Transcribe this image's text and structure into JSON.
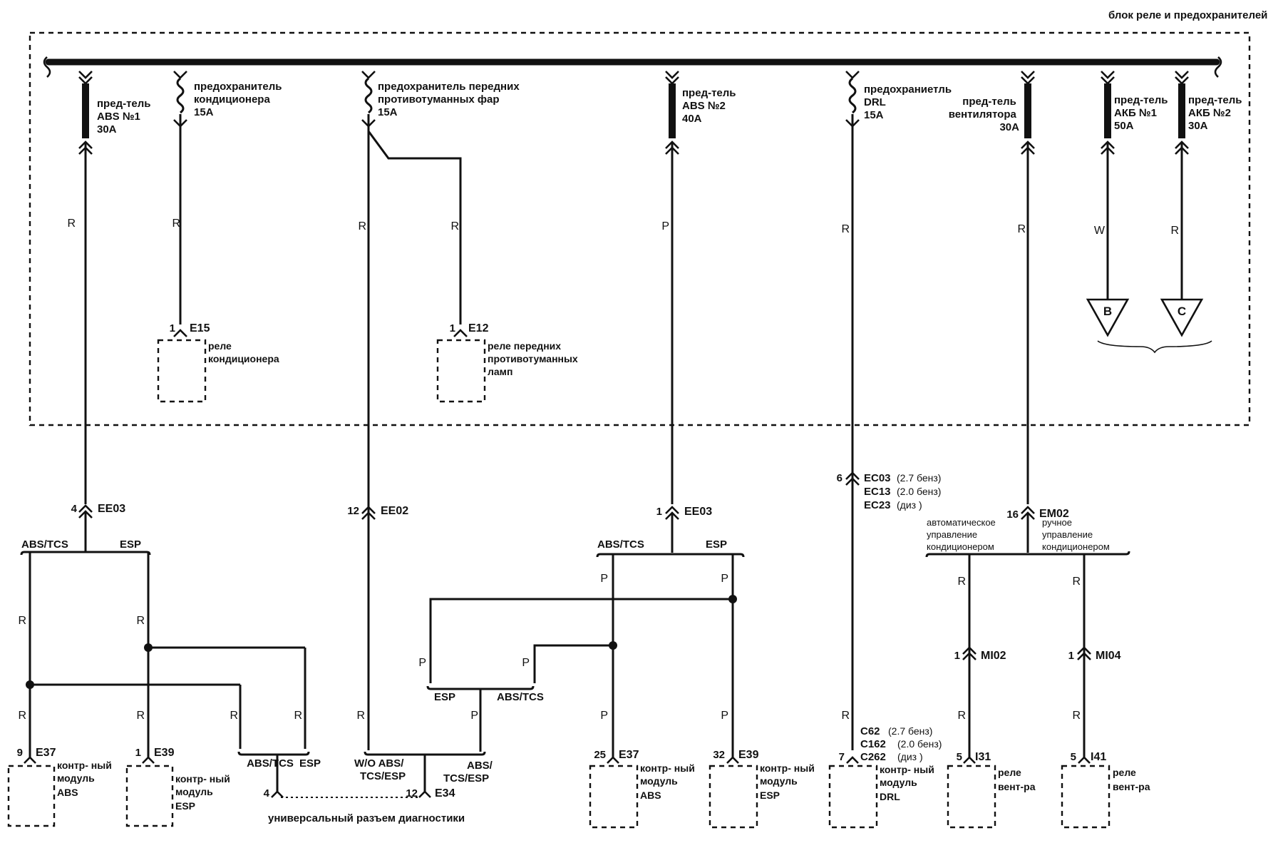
{
  "header": {
    "title": "блок реле и предохранителей"
  },
  "fuses": {
    "abs1": {
      "lines": [
        "пред-тель",
        "ABS №1",
        "30A"
      ]
    },
    "ac": {
      "lines": [
        "предохранитель",
        "кондиционера",
        "15A"
      ]
    },
    "fog": {
      "lines": [
        "предохранитель передних",
        "противотуманных фар",
        "15A"
      ]
    },
    "abs2": {
      "lines": [
        "пред-тель",
        "ABS №2",
        "40A"
      ]
    },
    "drl": {
      "lines": [
        "предохраниетль",
        "DRL",
        "15A"
      ]
    },
    "fan": {
      "lines": [
        "пред-тель",
        "вентилятора",
        "30A"
      ]
    },
    "bat1": {
      "lines": [
        "пред-тель",
        "АКБ №1",
        "50A"
      ]
    },
    "bat2": {
      "lines": [
        "пред-тель",
        "АКБ №2",
        "30A"
      ]
    }
  },
  "wire_colors": {
    "R": "R",
    "P": "P",
    "W": "W"
  },
  "relays": {
    "ac": {
      "pin": "1",
      "conn": "E15",
      "lines": [
        "реле",
        "кондиционера"
      ]
    },
    "fog": {
      "pin": "1",
      "conn": "E12",
      "lines": [
        "реле передних",
        "противотуманных",
        "ламп"
      ]
    }
  },
  "terminals": {
    "b": "B",
    "c": "C"
  },
  "connectors": {
    "ee03_left": {
      "pin": "4",
      "name": "EE03"
    },
    "ee02": {
      "pin": "12",
      "name": "EE02"
    },
    "ee03_mid": {
      "pin": "1",
      "name": "EE03"
    },
    "ec": {
      "pin": "6",
      "lines": [
        "EC03",
        "EC13",
        "EC23"
      ],
      "notes": [
        "(2.7 бенз)",
        "(2.0 бенз)",
        "(диз )"
      ]
    },
    "em02": {
      "pin": "16",
      "name": "EM02"
    },
    "mi02": {
      "pin": "1",
      "name": "MI02"
    },
    "mi04": {
      "pin": "1",
      "name": "MI04"
    },
    "c62": {
      "lines": [
        "C62",
        "C162",
        "C262"
      ],
      "notes": [
        "(2.7 бенз)",
        "(2.0 бенз)",
        "(диз )"
      ]
    }
  },
  "branches": {
    "abs_tcs": "ABS/TCS",
    "esp": "ESP",
    "wo": [
      "W/O ABS/",
      "TCS/ESP"
    ],
    "abs_tcs_esp": [
      "ABS/",
      "TCS/ESP"
    ],
    "auto_ac": [
      "автоматическое",
      "управление",
      "кондиционером"
    ],
    "manual_ac": [
      "ручное",
      "управление",
      "кондиционером"
    ]
  },
  "modules": {
    "abs_left": {
      "pin": "9",
      "conn": "E37",
      "lines": [
        "контр- ный",
        "модуль",
        "ABS"
      ]
    },
    "esp_left": {
      "pin": "1",
      "conn": "E39",
      "lines": [
        "контр- ный",
        "модуль",
        "ESP"
      ]
    },
    "abs_right": {
      "pin": "25",
      "conn": "E37",
      "lines": [
        "контр- ный",
        "модуль",
        "ABS"
      ]
    },
    "esp_right": {
      "pin": "32",
      "conn": "E39",
      "lines": [
        "контр- ный",
        "модуль",
        "ESP"
      ]
    },
    "drl": {
      "pin": "7",
      "lines": [
        "контр- ный",
        "модуль",
        "DRL"
      ]
    },
    "fan1": {
      "pin": "5",
      "conn": "I31",
      "lines": [
        "реле",
        "вент-ра"
      ]
    },
    "fan2": {
      "pin": "5",
      "conn": "I41",
      "lines": [
        "реле",
        "вент-ра"
      ]
    }
  },
  "diag": {
    "pin_left": "4",
    "pin_right": "12",
    "conn": "E34",
    "label": "универсальный разъем диагностики"
  }
}
